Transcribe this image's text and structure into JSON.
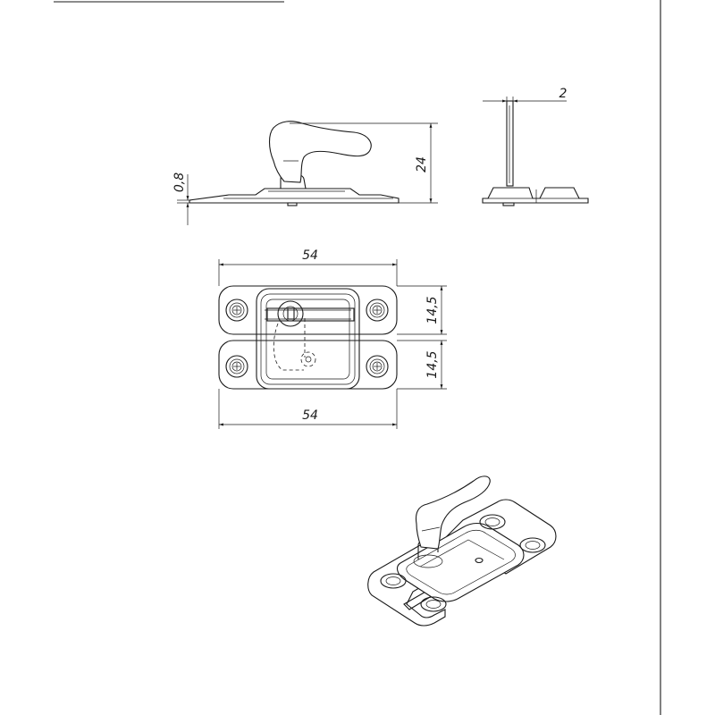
{
  "dimensions": {
    "plate_thickness": "0,8",
    "total_height": "24",
    "handle_thickness": "2",
    "top_width": "54",
    "bottom_width": "54",
    "upper_half_height": "14,5",
    "lower_half_height": "14,5"
  }
}
